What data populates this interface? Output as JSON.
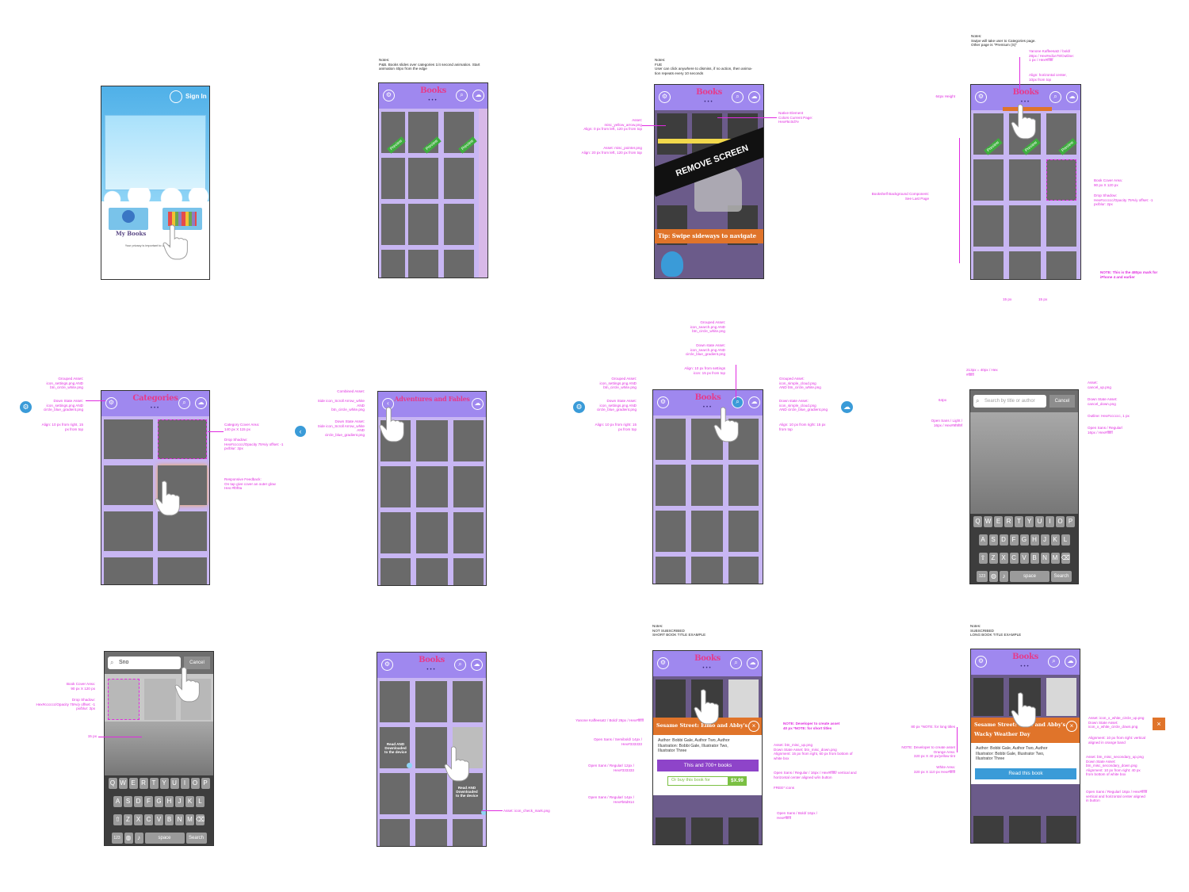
{
  "s1": {
    "signin": "Sign In",
    "mybooks": "My Books",
    "privacy": "Your privacy is important to us. Terms ... Policy"
  },
  "s2": {
    "note": "Notes:\nP&B. Books slides over categories 1/4 second animation. Start\nanimation 40px from the edge",
    "title": "Books",
    "preview": "Preview"
  },
  "s3": {
    "note": "Notes:\nFUE\nUser can click anywhere to dismiss, if no action, then anima-\ntion repeats every 10 seconds",
    "title": "Books",
    "remove": "REMOVE SCREEN",
    "tip": "Tip: Swipe sideways to navigate",
    "ann1": "Asset:\nmisc_yellow_arrow.png\nAlign: 0 px from left, 120 px from top",
    "ann2": "Asset: misc_pointer.png\nAlign: 20 px from left, 120 px from top",
    "ann3": "Native Element\nColors Current Page:\nHex#5c0d7e"
  },
  "s4": {
    "note": "Notes:\nSwipe will take user to Categories page.\nOther page is \"Premium (S)\"",
    "title": "Books",
    "preview": "Preview",
    "ann1": "Yanone Kaffeesatz / bold/\n28px / Hex#ed1e79/Outline:\n1 px / Hex#ffffff",
    "ann2": "Align: horizontal center,\n10px from top",
    "ann3": "64px Height",
    "ann4": "Book Cover Area:\n90 px X 120 px",
    "ann5": "Drop Shadow:\nHex#cccccc/Opacity 75%/y offset: -1\npx/blur: 2px",
    "ann6": "Bookshelf Background Component:\nSee Last Page",
    "ann7": "NOTE: This is the 480px mark for\niPhone 4 and earlier",
    "m1": "15 px",
    "m2": "15 px"
  },
  "s5": {
    "title": "Categories",
    "ann1": "Grouped Asset:\nicon_settings.png AND\nbtn_circle_white.png",
    "ann2": "Down State Asset:\nicon_settings.png AND\ncircle_blue_gradient.png",
    "ann3": "Align: 10 px from right, 15\npx from top",
    "ann4": "Category Cover Area:\n140 px X 115 px",
    "ann5": "Drop Shadow:\nHex#cccccc/Opacity 75%/y offset: -1\npx/blur: 2px",
    "ann6": "Responsive Feedback:\nOn tap give cover an outer glow\nHex:#f0f0a"
  },
  "s6": {
    "title": "Adventures and Fables",
    "ann1": "Combined Asset:",
    "ann2": "Side icon_Scroll Arrow_white\nAND\nbtn_circle_white.png",
    "ann3": "Down State Asset:\nSide icon_Scroll Arrow_white\nAND\ncircle_blue_gradient.png"
  },
  "s7": {
    "title": "Books",
    "ann1": "Grouped Asset:\nicon_search.png AND\nbtn_circle_white.png",
    "ann2": "Down state Asset:\nicon_search.png AND\ncircle_blue_gradient.png",
    "ann3": "Align: 10 px from settings\nicon: 15 px from top",
    "ann4": "Grouped Asset:\nicon_settings.png AND\nbtn_circle_white.png",
    "ann5": "Down State Asset:\nicon_settings.png AND\ncircle_blue_gradient.png",
    "ann6": "Align: 10 px from right: 15\npx from top",
    "ann7": "Grouped Asset:\nicon_simple_cloud.png\nAND btn_circle_white.png",
    "ann8": "Down state Asset:\nicon_simple_cloud.png\nAND circle_blue_gradient.png",
    "ann9": "Align: 10 px from right: 15 px\nfrom top"
  },
  "s8": {
    "search_ph": "Search by title or author",
    "cancel": "Cancel",
    "ann1": "213px = 40px / Hex\n#ffffff",
    "ann2": "64px",
    "ann3": "Open Sans / Light /\n16px / Hex#9f9f9f",
    "ann4": "Asset:\ncancel_up.png",
    "ann5": "Down State Asset:\ncancel_down.png",
    "ann6": "Outline: Hex#cccccc, 1 px",
    "ann7": "Open Sans / Regular/\n16px / Hex#ffffff",
    "row1": [
      "Q",
      "W",
      "E",
      "R",
      "T",
      "Y",
      "U",
      "I",
      "O",
      "P"
    ],
    "row2": [
      "A",
      "S",
      "D",
      "F",
      "G",
      "H",
      "J",
      "K",
      "L"
    ],
    "row3": [
      "Z",
      "X",
      "C",
      "V",
      "B",
      "N",
      "M"
    ],
    "k123": "123",
    "space": "space",
    "search": "Search"
  },
  "s9": {
    "search_val": "Sno",
    "cancel": "Cancel",
    "ann1": "Book Cover Area:\n90 px X 120 px",
    "ann2": "Drop Shadow:\nHex#cccccc/Opacity 75%/y offset: -1\npx/blur: 2px",
    "ann3": "15 px",
    "row1": [
      "Q",
      "W",
      "E",
      "R",
      "T",
      "Y",
      "U",
      "I",
      "O",
      "P"
    ],
    "row2": [
      "A",
      "S",
      "D",
      "F",
      "G",
      "H",
      "J",
      "K",
      "L"
    ],
    "row3": [
      "Z",
      "X",
      "C",
      "V",
      "B",
      "N",
      "M"
    ],
    "k123": "123",
    "space": "space",
    "search": "Search"
  },
  "s10": {
    "title": "Books",
    "ann1": "Read AND\nDownloaded\nto the device",
    "ann2": "Read AND\nDownloaded\nto the device",
    "ann3": "Asset: icon_check_mark.png"
  },
  "s11": {
    "note": "Notes:\nNOT SUBSCRIBED\nSHORT BOOK TITLE EXAMPLE",
    "title": "Books",
    "book_title": "Sesame Street: Elmo and Abby's",
    "author": "Author: Bobbi Gale, Author Two, Author",
    "illustrator": "Illustration: Bobbi Gale, Illustrator Two,\nIllustrator Three",
    "subscribe": "This and 700+ books",
    "buy": "Or buy this book for",
    "price": "$X.99",
    "ann1": "Yanone Kaffeesatz / Bold/ 26px / Hex#ffffff",
    "ann2": "Open Sans / Semibold/ 14px /\nHex#333333",
    "ann3": "Open Sans / Regular/ 12px /\nHex#333333",
    "ann4": "Open Sans / Regular/ 14px /\nHex#b6d914",
    "ann5": "NOTE: Developer to create asset\n40 px *NOTE: for short titles",
    "ann6": "Asset: btn_misc_up.png\nDown State Asset: btn_misc_down.png\nAlignment: 15 px from right, 60 px from bottom of\nwhite box",
    "ann7": "Open Sans / Regular / 16px / Hex#ffffff/ vertical and\nhorizontal center aligned w/in button",
    "ann8": "FREE* icons",
    "ann9": "Open Sans / Bold/ 16px /\nHex#ffffff"
  },
  "s12": {
    "note": "Notes:\nSUBSCRIBED\nLONG BOOK TITLE EXAMPLE",
    "title": "Books",
    "book_title": "Sesame Street: Elmo and Abby's",
    "book_title2": "Wacky Weather Day",
    "author": "Author: Bobbi Gale, Author Two, Author",
    "illustrator": "Illustrator: Bobbi Gale, Illustrator Two,\nIllustrator Three",
    "read": "Read this book",
    "ann1": "80 px *NOTE: for long titles",
    "ann2": "NOTE: Developer to create asset\nOrange Area:\n320 px X 40 px/yellow tint",
    "ann3": "White Area:\n320 px X 110 px Hex#ffffff",
    "ann4": "Asset: icon_x_white_circle_up.png\nDown State Asset:\nicon_x_white_circle_down.png",
    "ann5": "Alignment: 10 px from right: vertical\naligned in orange band",
    "ann6": "Asset: btn_misc_secondary_up.png\nDown State Asset:\nbtn_misc_secondary_down.png\nAlignment: 10 px from right: 40 px\nfrom bottom of white box",
    "ann7": "Open Sans / Regular/ 16px / Hex#ffffff\nvertical and horizontal center aligned\nin button"
  }
}
